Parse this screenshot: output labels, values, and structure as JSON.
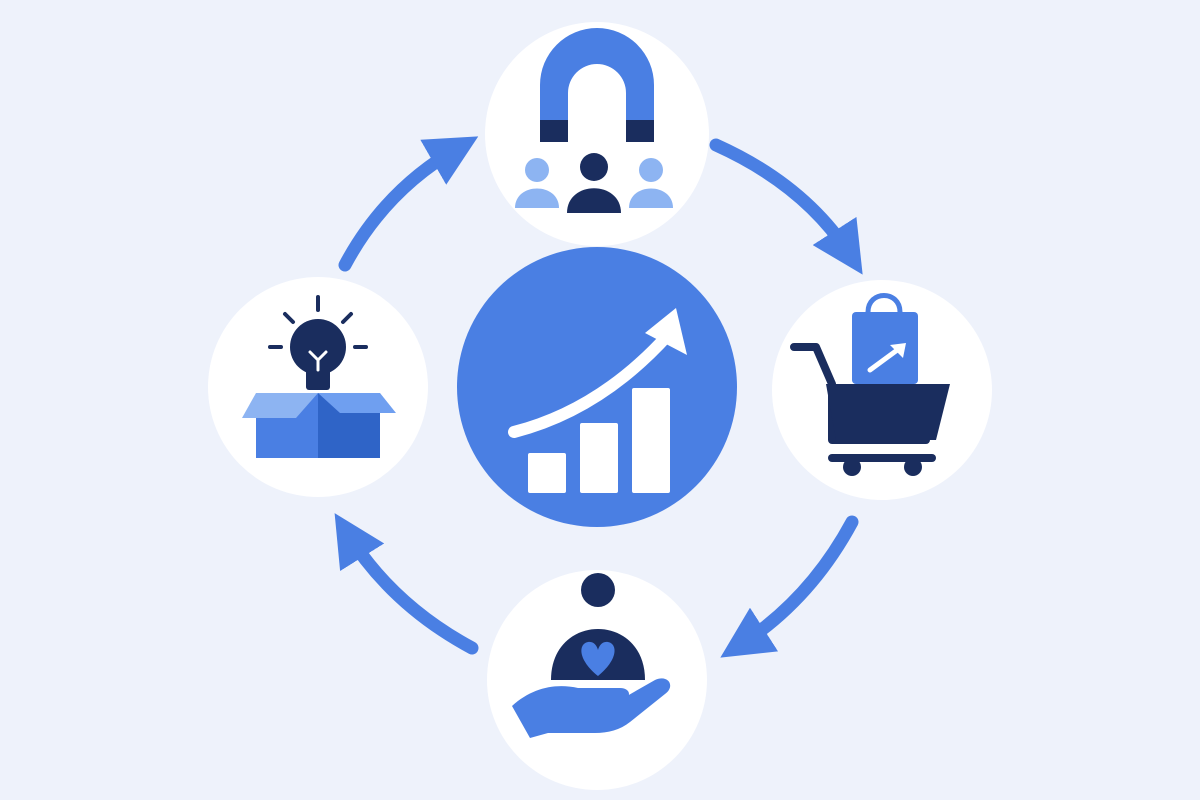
{
  "diagram": {
    "type": "cycle",
    "center": {
      "icon": "growth-chart-icon"
    },
    "nodes": [
      {
        "id": "attract",
        "icon": "magnet-audience-icon"
      },
      {
        "id": "purchase",
        "icon": "shopping-cart-icon"
      },
      {
        "id": "care",
        "icon": "customer-care-icon"
      },
      {
        "id": "innovate",
        "icon": "idea-box-icon"
      }
    ],
    "flow": [
      {
        "from": "attract",
        "to": "purchase"
      },
      {
        "from": "purchase",
        "to": "care"
      },
      {
        "from": "care",
        "to": "innovate"
      },
      {
        "from": "innovate",
        "to": "attract"
      }
    ],
    "direction": "clockwise"
  },
  "colors": {
    "background": "#eef2fb",
    "primary": "#4a7fe3",
    "light": "#8db4f2",
    "dark": "#1a2d5e",
    "white": "#ffffff"
  }
}
